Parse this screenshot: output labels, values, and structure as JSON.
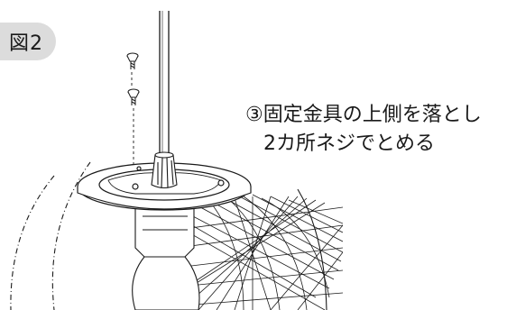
{
  "figure": {
    "label": "図2"
  },
  "instruction": {
    "line1": "③固定金具の上側を落とし",
    "line2": "2カ所ネジでとめる"
  },
  "icons": {
    "screws": "screw-icon",
    "pendant_lamp": "pendant-lamp-illustration"
  }
}
